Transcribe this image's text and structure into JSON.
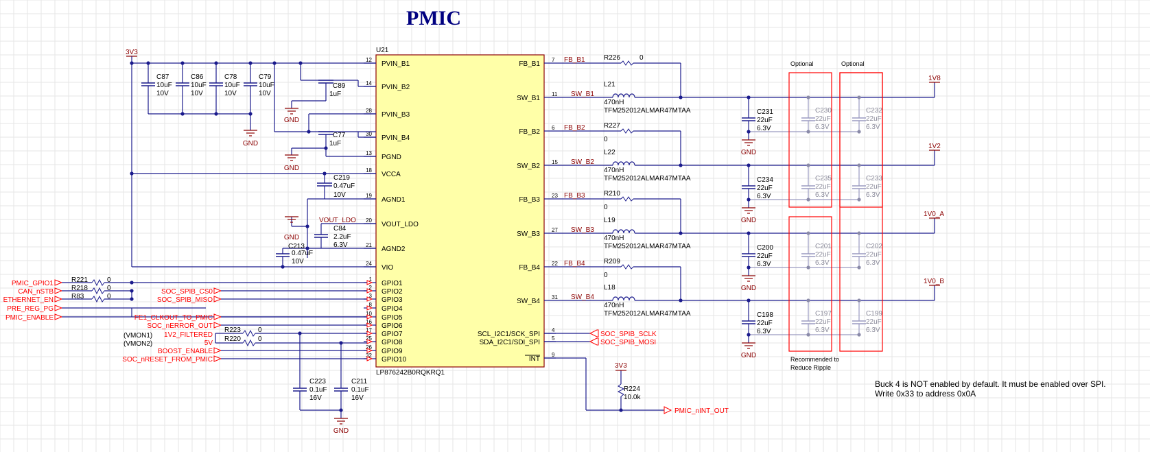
{
  "title": "PMIC",
  "chip": {
    "ref": "U21",
    "part": "LP876242B0RQKRQ1",
    "left_pins": [
      {
        "num": "12",
        "name": "PVIN_B1"
      },
      {
        "num": "14",
        "name": "PVIN_B2"
      },
      {
        "num": "28",
        "name": "PVIN_B3"
      },
      {
        "num": "30",
        "name": "PVIN_B4"
      },
      {
        "num": "13",
        "name": "PGND"
      },
      {
        "num": "18",
        "name": "VCCA"
      },
      {
        "num": "19",
        "name": "AGND1"
      },
      {
        "num": "20",
        "name": "VOUT_LDO"
      },
      {
        "num": "21",
        "name": "AGND2"
      },
      {
        "num": "24",
        "name": "VIO"
      },
      {
        "num": "1",
        "name": "GPIO1"
      },
      {
        "num": "2",
        "name": "GPIO2"
      },
      {
        "num": "3",
        "name": "GPIO3"
      },
      {
        "num": "8",
        "name": "GPIO4"
      },
      {
        "num": "10",
        "name": "GPIO5"
      },
      {
        "num": "16",
        "name": "GPIO6"
      },
      {
        "num": "17",
        "name": "GPIO7"
      },
      {
        "num": "25",
        "name": "GPIO8"
      },
      {
        "num": "26",
        "name": "GPIO9"
      },
      {
        "num": "32",
        "name": "GPIO10"
      }
    ],
    "right_pins": [
      {
        "num": "7",
        "name": "FB_B1"
      },
      {
        "num": "11",
        "name": "SW_B1"
      },
      {
        "num": "6",
        "name": "FB_B2"
      },
      {
        "num": "15",
        "name": "SW_B2"
      },
      {
        "num": "23",
        "name": "FB_B3"
      },
      {
        "num": "27",
        "name": "SW_B3"
      },
      {
        "num": "22",
        "name": "FB_B4"
      },
      {
        "num": "31",
        "name": "SW_B4"
      },
      {
        "num": "4",
        "name": "SCL_I2C1/SCK_SPI"
      },
      {
        "num": "5",
        "name": "SDA_I2C1/SDI_SPI"
      },
      {
        "num": "9",
        "name": "INT"
      }
    ]
  },
  "nets": {
    "v3v3_top": "3V3",
    "v3v3_int": "3V3",
    "gnd": "GND",
    "vout_ldo": "VOUT_LDO",
    "fb_b1": "FB_B1",
    "sw_b1": "SW_B1",
    "fb_b2": "FB_B2",
    "sw_b2": "SW_B2",
    "fb_b3": "FB_B3",
    "sw_b3": "SW_B3",
    "fb_b4": "FB_B4",
    "sw_b4": "SW_B4",
    "r1v8": "1V8",
    "r1v2": "1V2",
    "r1v0a": "1V0_A",
    "r1v0b": "1V0_B"
  },
  "input_caps": [
    {
      "ref": "C87",
      "value": "10uF",
      "voltage": "10V"
    },
    {
      "ref": "C86",
      "value": "10uF",
      "voltage": "10V"
    },
    {
      "ref": "C78",
      "value": "10uF",
      "voltage": "10V"
    },
    {
      "ref": "C79",
      "value": "10uF",
      "voltage": "10V"
    }
  ],
  "other_caps": {
    "c89": {
      "ref": "C89",
      "value": "1uF"
    },
    "c77": {
      "ref": "C77",
      "value": "1uF"
    },
    "c219": {
      "ref": "C219",
      "value": "0.47uF",
      "voltage": "10V"
    },
    "c84": {
      "ref": "C84",
      "value": "2.2uF",
      "voltage": "6.3V"
    },
    "c213": {
      "ref": "C213",
      "value": "0.47uF",
      "voltage": "10V"
    },
    "c223": {
      "ref": "C223",
      "value": "0.1uF",
      "voltage": "16V"
    },
    "c211": {
      "ref": "C211",
      "value": "0.1uF",
      "voltage": "16V"
    }
  },
  "bucks": [
    {
      "res_ref": "R226",
      "res_val": "0",
      "ind_ref": "L21",
      "ind_val": "470nH",
      "ind_part": "TFM252012ALMAR47MTAA",
      "cap_ref": "C231",
      "cap_val": "22uF",
      "cap_v": "6.3V",
      "opt1_ref": "C230",
      "opt2_ref": "C232",
      "opt_val": "22uF",
      "opt_v": "6.3V"
    },
    {
      "res_ref": "R227",
      "res_val": "0",
      "ind_ref": "L22",
      "ind_val": "470nH",
      "ind_part": "TFM252012ALMAR47MTAA",
      "cap_ref": "C234",
      "cap_val": "22uF",
      "cap_v": "6.3V",
      "opt1_ref": "C235",
      "opt2_ref": "C233",
      "opt_val": "22uF",
      "opt_v": "6.3V"
    },
    {
      "res_ref": "R210",
      "res_val": "0",
      "ind_ref": "L19",
      "ind_val": "470nH",
      "ind_part": "TFM252012ALMAR47MTAA",
      "cap_ref": "C200",
      "cap_val": "22uF",
      "cap_v": "6.3V",
      "opt1_ref": "C201",
      "opt2_ref": "C202",
      "opt_val": "22uF",
      "opt_v": "6.3V"
    },
    {
      "res_ref": "R209",
      "res_val": "0",
      "ind_ref": "L18",
      "ind_val": "470nH",
      "ind_part": "TFM252012ALMAR47MTAA",
      "cap_ref": "C198",
      "cap_val": "22uF",
      "cap_v": "6.3V",
      "opt1_ref": "C197",
      "opt2_ref": "C199",
      "opt_val": "22uF",
      "opt_v": "6.3V"
    }
  ],
  "optional_labels": {
    "left": "Optional",
    "right": "Optional"
  },
  "recommended": {
    "line1": "Recommended to",
    "line2": "Reduce Ripple"
  },
  "gpio_left_ports": [
    {
      "label": "PMIC_GPIO1",
      "res_ref": "R221",
      "res_val": "0"
    },
    {
      "label": "CAN_nSTB",
      "res_ref": "R218",
      "res_val": "0"
    },
    {
      "label": "ETHERNET_EN",
      "res_ref": "R83",
      "res_val": "0"
    },
    {
      "label": "PRE_REG_PG"
    },
    {
      "label": "PMIC_ENABLE"
    }
  ],
  "gpio_mid_ports": {
    "spib_cs0": "SOC_SPIB_CS0",
    "spib_miso": "SOC_SPIB_MISO",
    "fe1_clkout": "FE1_CLKOUT_TO_PMIC",
    "soc_nerror": "SOC_nERROR_OUT",
    "boost_enable": "BOOST_ENABLE",
    "soc_nreset": "SOC_nRESET_FROM_PMIC"
  },
  "vmon": {
    "vmon1": "(VMON1)",
    "vmon2": "(VMON2)",
    "net1": "1V2_FILTERED",
    "net2": "5V",
    "r1_ref": "R223",
    "r1_val": "0",
    "r2_ref": "R220",
    "r2_val": "0"
  },
  "spi_ports": {
    "sclk": "SOC_SPIB_SCLK",
    "mosi": "SOC_SPIB_MOSI"
  },
  "int_circuit": {
    "res_ref": "R224",
    "res_val": "10.0k",
    "port": "PMIC_nINT_OUT"
  },
  "note": {
    "line1": "Buck 4 is NOT enabled by default.  It must be enabled over SPI.",
    "line2": "Write 0x33 to address 0x0A"
  }
}
